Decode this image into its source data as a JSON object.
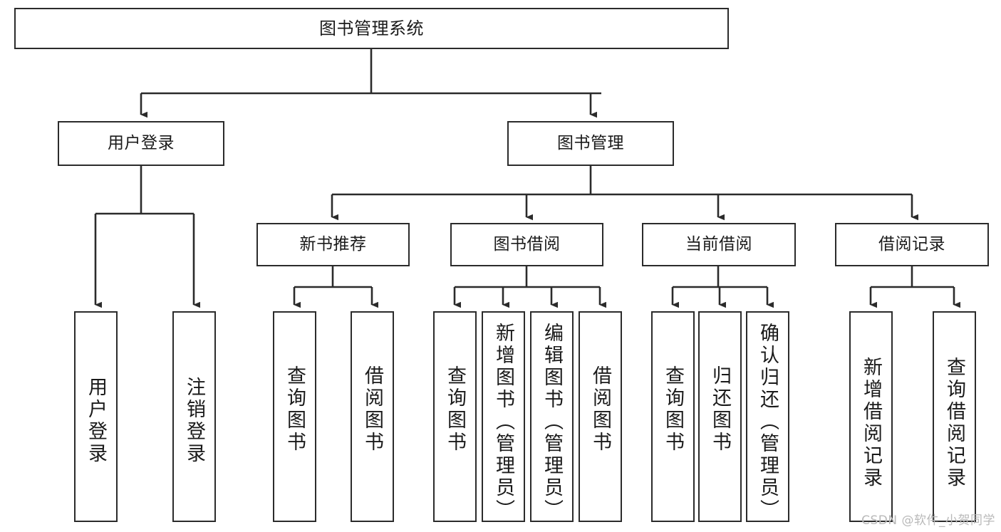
{
  "diagram": {
    "title": "图书管理系统",
    "type": "tree-hierarchy-diagram",
    "watermark": "CSDN @软件_小贺同学",
    "colors": {
      "stroke": "#2b2b2b",
      "fill": "#ffffff",
      "text": "#1a1a1a",
      "watermark": "#b9b9b9"
    },
    "nodes": {
      "root": "图书管理系统",
      "level2": {
        "user_login": "用户登录",
        "book_manage": "图书管理"
      },
      "level3": {
        "new_book_recommend": "新书推荐",
        "book_borrow": "图书借阅",
        "current_borrow": "当前借阅",
        "borrow_record": "借阅记录"
      },
      "leaves": {
        "user_login_children": [
          "用户登录",
          "注销登录"
        ],
        "new_book_recommend_children": [
          "查询图书",
          "借阅图书"
        ],
        "book_borrow_children": [
          "查询图书",
          "新增图书（管理员）",
          "编辑图书（管理员）",
          "借阅图书"
        ],
        "current_borrow_children": [
          "查询图书",
          "归还图书",
          "确认归还（管理员）"
        ],
        "borrow_record_children": [
          "新增借阅记录",
          "查询借阅记录"
        ]
      }
    }
  }
}
